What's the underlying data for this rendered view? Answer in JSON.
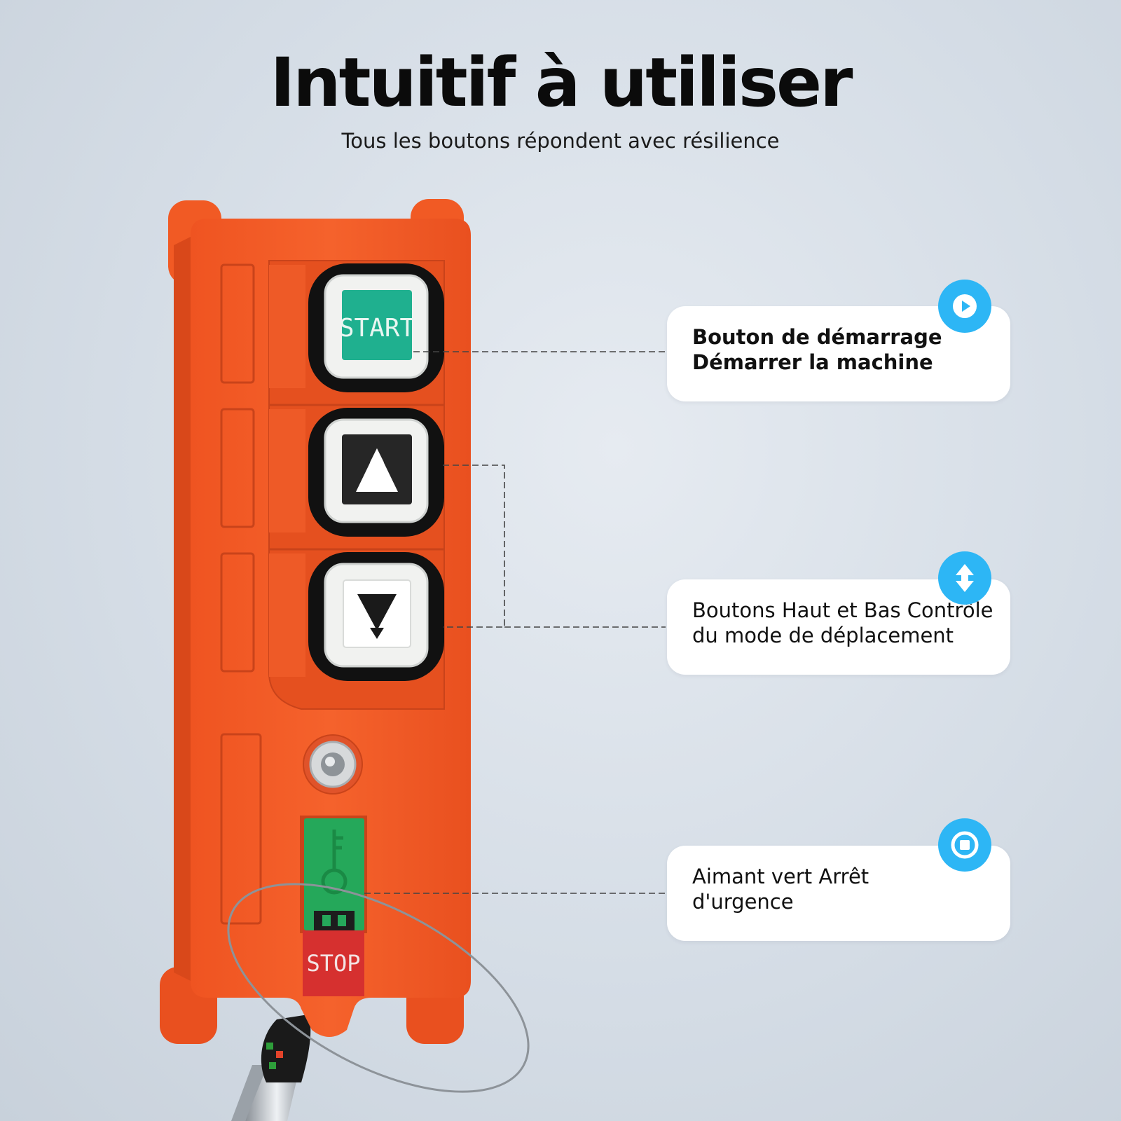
{
  "header": {
    "title": "Intuitif à utiliser",
    "subtitle": "Tous les boutons répondent avec résilience"
  },
  "device": {
    "start_label": "START",
    "stop_label": "STOP"
  },
  "callouts": [
    {
      "line1": "Bouton de démarrage",
      "line2": "Démarrer la machine",
      "icon": "play-icon"
    },
    {
      "line1": "Boutons Haut et Bas Contrôle",
      "line2": "du mode de déplacement",
      "icon": "up-down-arrows-icon"
    },
    {
      "line1": "Aimant vert Arrêt",
      "line2": "d'urgence",
      "icon": "stop-icon"
    }
  ],
  "colors": {
    "housing": "#f15a24",
    "accent": "#2db6f5",
    "start_green": "#1fb08f",
    "stop_red": "#d6302f"
  }
}
